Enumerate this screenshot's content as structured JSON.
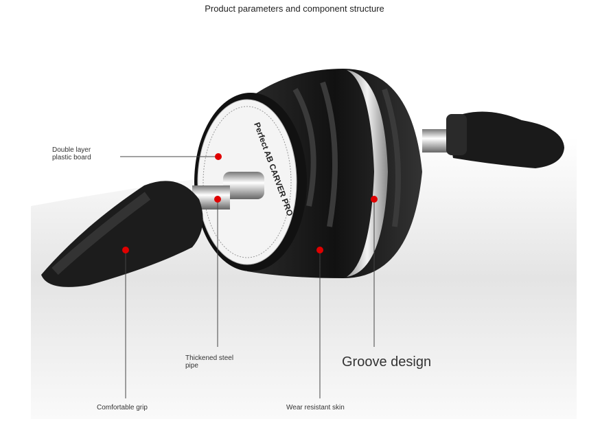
{
  "title": "Product parameters and component structure",
  "product_branding": "Perfect AB CARVER PRO",
  "labels": {
    "plastic_board": "Double layer\nplastic board",
    "steel_pipe": "Thickened steel\npipe",
    "groove": "Groove design",
    "grip": "Comfortable grip",
    "skin": "Wear resistant skin"
  },
  "colors": {
    "marker": "#e00000",
    "tire": "#1c1c1c",
    "band": "#c8c8c8"
  }
}
